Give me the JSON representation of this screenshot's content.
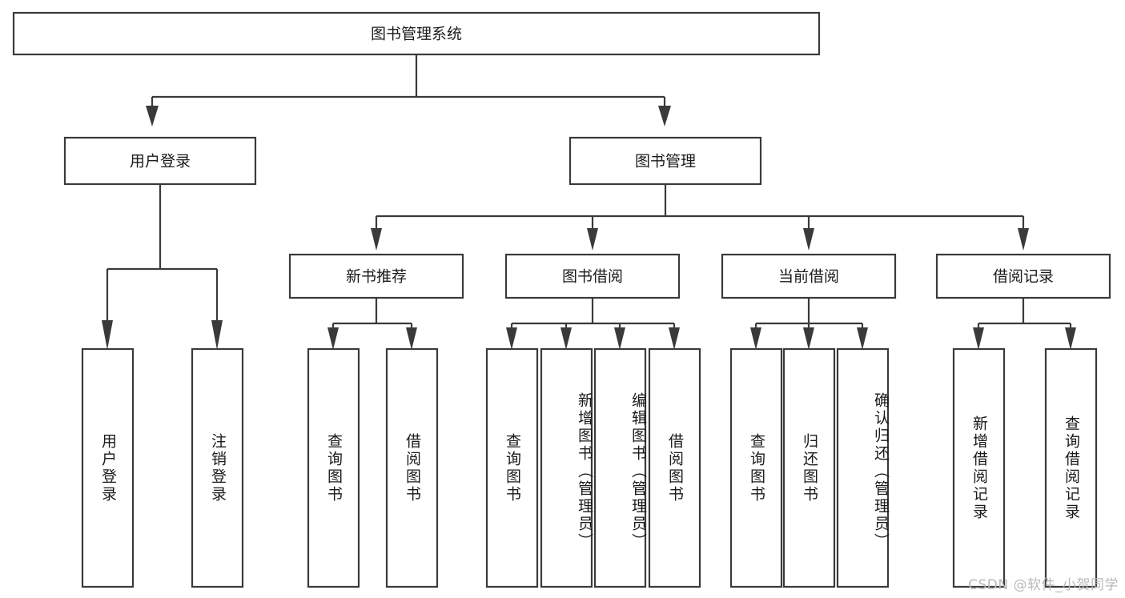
{
  "diagram": {
    "type": "tree",
    "title": "图书管理系统",
    "watermark": "CSDN @软件_小贺同学",
    "colors": {
      "box_stroke": "#3a3a3a",
      "box_fill": "#ffffff",
      "text": "#1a1a1a",
      "edge": "#3a3a3a",
      "watermark": "#b9b9b9",
      "background": "#ffffff"
    },
    "root": {
      "label": "图书管理系统"
    },
    "level2": [
      {
        "label": "用户登录"
      },
      {
        "label": "图书管理"
      }
    ],
    "level3": [
      {
        "label": "新书推荐"
      },
      {
        "label": "图书借阅"
      },
      {
        "label": "当前借阅"
      },
      {
        "label": "借阅记录"
      }
    ],
    "leaves": {
      "user_login": [
        {
          "label": "用户登录"
        },
        {
          "label": "注销登录"
        }
      ],
      "new_book_recommend": [
        {
          "label": "查询图书"
        },
        {
          "label": "借阅图书"
        }
      ],
      "book_borrow": [
        {
          "label": "查询图书"
        },
        {
          "label": "新增图书（管理员）"
        },
        {
          "label": "编辑图书（管理员）"
        },
        {
          "label": "借阅图书"
        }
      ],
      "current_borrow": [
        {
          "label": "查询图书"
        },
        {
          "label": "归还图书"
        },
        {
          "label": "确认归还（管理员）"
        }
      ],
      "borrow_record": [
        {
          "label": "新增借阅记录"
        },
        {
          "label": "查询借阅记录"
        }
      ]
    }
  }
}
